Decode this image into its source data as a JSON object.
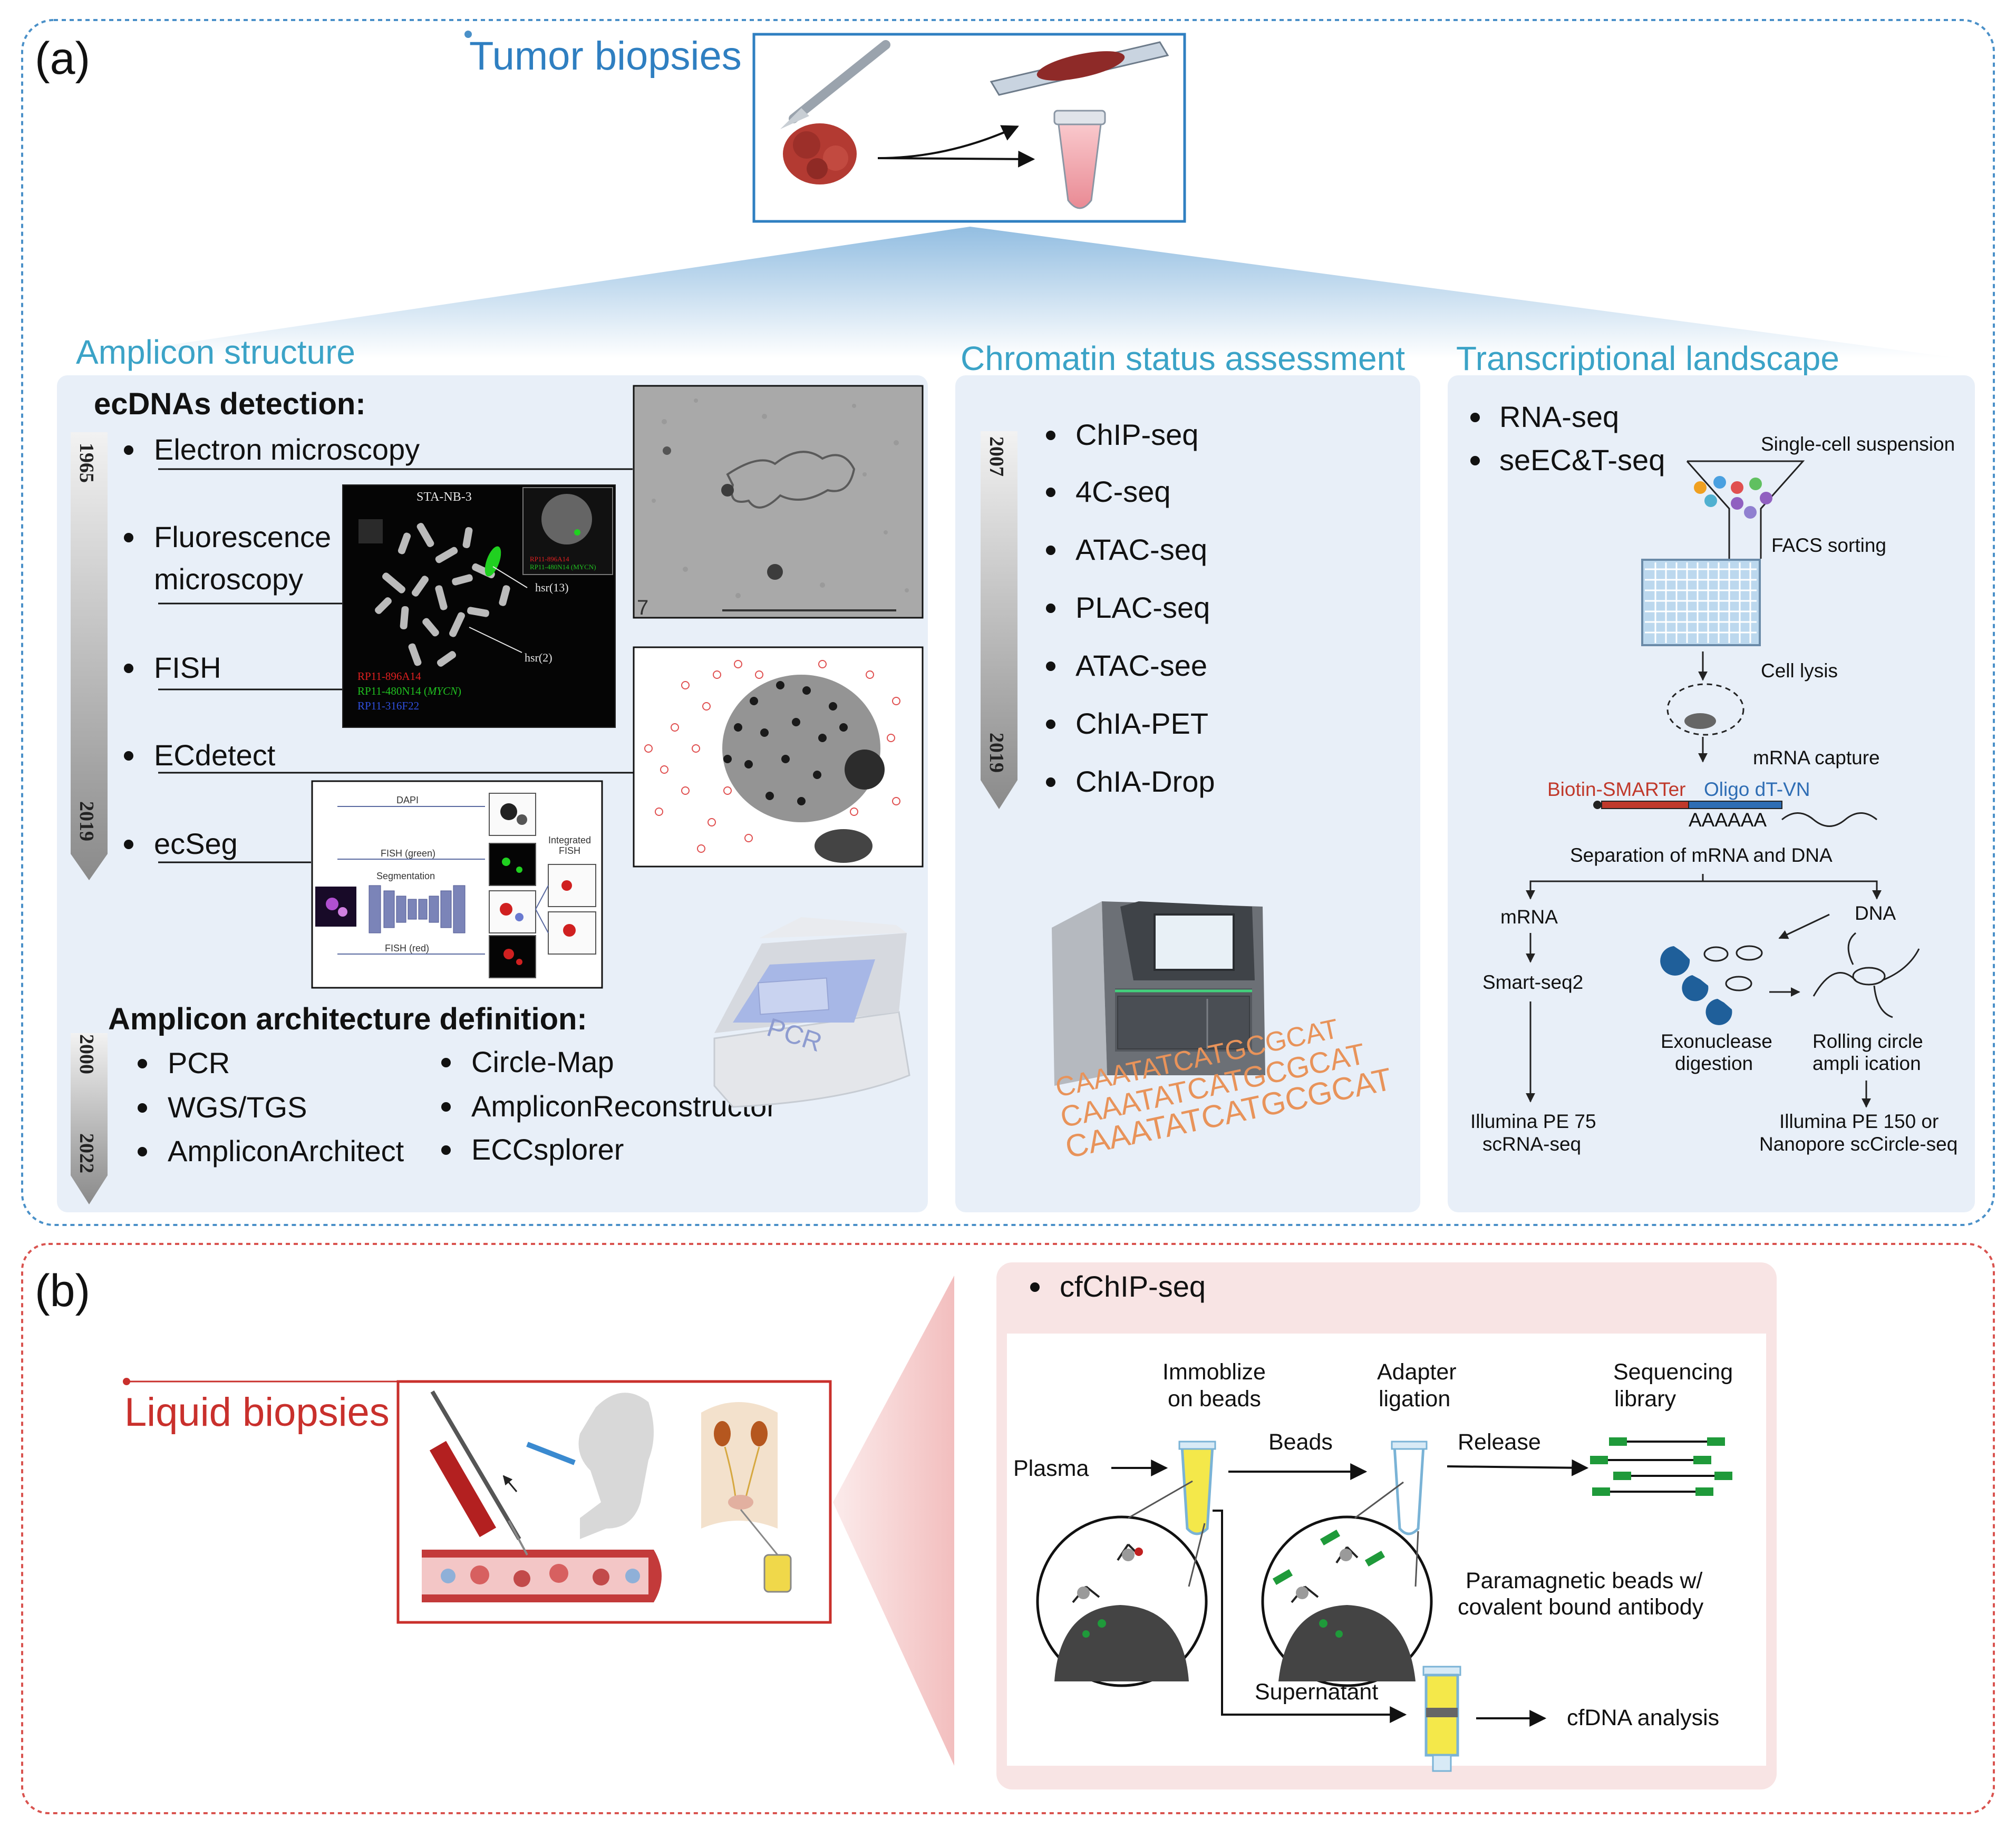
{
  "panels": {
    "a_label": "(a)",
    "b_label": "(b)"
  },
  "tumor": {
    "title": "Tumor biopsies"
  },
  "amplicon": {
    "header": "Amplicon structure",
    "detection_title": "ecDNAs detection:",
    "timeline_start": "1965",
    "timeline_end": "2019",
    "items": [
      "Electron microscopy",
      "Fluorescence",
      "microscopy",
      "FISH",
      "ECdetect",
      "ecSeg"
    ],
    "arch_title": "Amplicon architecture definition:",
    "arch_timeline_start": "2000",
    "arch_timeline_end": "2022",
    "arch_left": [
      "PCR",
      "WGS/TGS",
      "AmpliconArchitect"
    ],
    "arch_right": [
      "Circle-Map",
      "AmpliconReconstructor",
      "ECCsplorer"
    ],
    "fish_image": {
      "title": "STA-NB-3",
      "hsr13": "hsr(13)",
      "hsr2": "hsr(2)",
      "probe1": "RP11-896A14",
      "probe2_prefix": "RP11-480N14 (",
      "probe2_gene": "MYCN",
      "probe2_suffix": ")",
      "probe3": "RP11-316F22",
      "inset_probe1": "RP11-896A14",
      "inset_probe2": "RP11-480N14 (MYCN)"
    },
    "em_image": {
      "panel_number": "7"
    },
    "ecseg_image": {
      "dapi": "DAPI",
      "fish_green": "FISH (green)",
      "segmentation": "Segmentation",
      "fish_red": "FISH (red)",
      "integrated_line1": "Integrated",
      "integrated_line2": "FISH"
    },
    "pcr_label": "PCR"
  },
  "chromatin": {
    "header": "Chromatin status assessment",
    "timeline_start": "2007",
    "timeline_end": "2019",
    "items": [
      "ChIP-seq",
      "4C-seq",
      "ATAC-seq",
      "PLAC-seq",
      "ATAC-see",
      "ChIA-PET",
      "ChIA-Drop"
    ],
    "sequence_text": "CAAATATCATGCGCAT"
  },
  "transcription": {
    "header": "Transcriptional landscape",
    "items": [
      "RNA-seq",
      "seEC&T-seq"
    ],
    "single_cell": "Single-cell suspension",
    "facs": "FACS sorting",
    "lysis": "Cell lysis",
    "capture": "mRNA capture",
    "biotin": "Biotin-SMARTer",
    "oligo": "Oligo dT-VN",
    "polyA": "AAAAAA",
    "separation": "Separation of mRNA and DNA",
    "mrna": "mRNA",
    "dna": "DNA",
    "smart": "Smart-seq2",
    "exo_line1": "Exonuclease",
    "exo_line2": "digestion",
    "rolling_line1": "Rolling circle",
    "rolling_line2": "ampli ication",
    "illumina75_line1": "Illumina PE 75",
    "illumina75_line2": "scRNA-seq",
    "illumina150_line1": "Illumina PE 150 or",
    "illumina150_line2": "Nanopore scCircle-seq"
  },
  "liquid": {
    "title": "Liquid biopsies"
  },
  "cfchip": {
    "item": "cfChIP-seq",
    "immobilize_line1": "Immoblize",
    "immobilize_line2": "on beads",
    "adapter_line1": "Adapter",
    "adapter_line2": "ligation",
    "seqlib_line1": "Sequencing",
    "seqlib_line2": "library",
    "plasma": "Plasma",
    "beads": "Beads",
    "release": "Release",
    "paramagnetic_line1": "Paramagnetic beads w/",
    "paramagnetic_line2": "covalent bound antibody",
    "supernatant": "Supernatant",
    "cfdna": "cfDNA analysis"
  },
  "colors": {
    "panel_a_border": "#4a90c8",
    "panel_b_border": "#d9534f",
    "header_blue": "#3ba3c7",
    "tumor_blue": "#2f7fc1",
    "liquid_red": "#c9302c",
    "panel_fill": "#e8eff8",
    "pink_fill": "#f8e4e4",
    "biotin_red": "#c0392b",
    "oligo_blue": "#2e6db4",
    "sequence_orange": "#e8935a"
  }
}
